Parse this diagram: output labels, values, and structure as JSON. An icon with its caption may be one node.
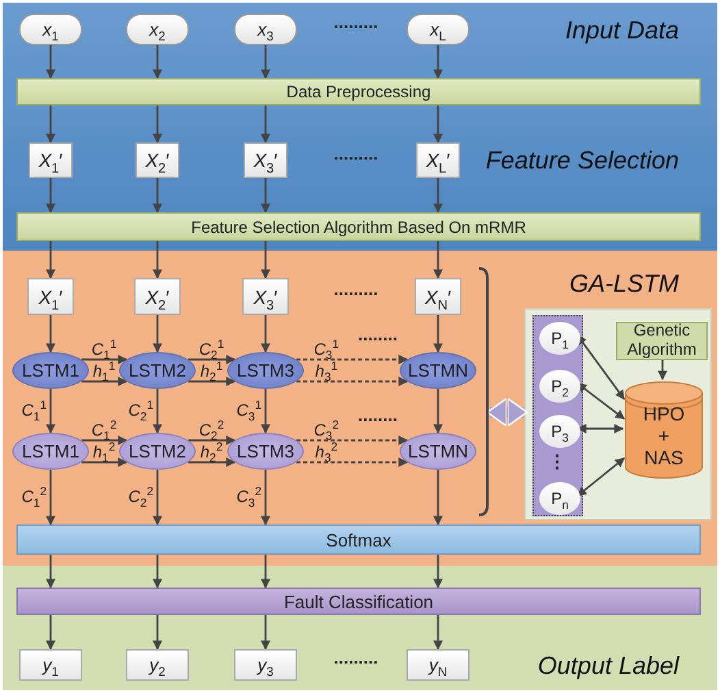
{
  "diagram": {
    "nodes": [
      {
        "text": [
          "Input Data",
          "Feature Selection"
        ]
      },
      {
        "text": [
          "GA-LSTM"
        ]
      },
      {
        "text": [
          "Output Label"
        ]
      },
      {
        "text": [
          "*x*$_{1}$"
        ],
        "in": 0
      },
      {
        "text": [
          "*x*$_{2}$"
        ],
        "in": 0
      },
      {
        "text": [
          "*x*$_{3}$"
        ],
        "in": 0
      },
      {
        "text": [
          "*x*$_{L}$"
        ],
        "in": 0
      },
      {
        "text": [
          "Data Preprocessing"
        ],
        "in": 0
      },
      {
        "text": [
          "*X*$_{1}$′"
        ],
        "in": 0
      },
      {
        "text": [
          "*X*$_{2}$′"
        ],
        "in": 0
      },
      {
        "text": [
          "*X*$_{3}$′"
        ],
        "in": 0
      },
      {
        "text": [
          "*X*$_{L}$′"
        ],
        "in": 0
      },
      {
        "text": [
          "Feature Selection Algorithm Based On mRMR"
        ],
        "in": 0
      },
      {
        "text": [
          "*X*$_{1}$′"
        ],
        "in": 1
      },
      {
        "text": [
          "*X*$_{2}$′"
        ],
        "in": 1
      },
      {
        "text": [
          "*X*$_{3}$′"
        ],
        "in": 1
      },
      {
        "text": [
          "*X*$_{N}$′"
        ],
        "in": 1
      },
      {
        "text": [
          "LSTM1"
        ],
        "in": 1
      },
      {
        "text": [
          "LSTM2"
        ],
        "in": 1
      },
      {
        "text": [
          "LSTM3"
        ],
        "in": 1
      },
      {
        "text": [
          "LSTMN"
        ],
        "in": 1
      },
      {
        "text": [
          "LSTM1"
        ],
        "in": 1
      },
      {
        "text": [
          "LSTM2"
        ],
        "in": 1
      },
      {
        "text": [
          "LSTM3"
        ],
        "in": 1
      },
      {
        "text": [
          "LSTMN"
        ],
        "in": 1
      },
      {
        "text": [],
        "shape": "bracket",
        "in": 1
      },
      {
        "text": [],
        "shape": "box",
        "in": 1
      },
      {
        "text": [],
        "shape": "box",
        "in": 26
      },
      {
        "text": [
          "P$_{1}$"
        ],
        "in": 27
      },
      {
        "text": [
          "P$_{2}$"
        ],
        "in": 27
      },
      {
        "text": [
          "P$_{3}$"
        ],
        "in": 27
      },
      {
        "text": [
          "P$_{n}$"
        ],
        "in": 27
      },
      {
        "text": [
          "Genetic Algorithm"
        ],
        "in": 26
      },
      {
        "text": [
          "HPO + NAS"
        ],
        "in": 26
      },
      {
        "text": [
          "Softmax"
        ],
        "in": 1
      },
      {
        "text": [
          "Fault Classification"
        ],
        "in": 2
      },
      {
        "text": [
          "*y*$_{1}$"
        ],
        "in": 2
      },
      {
        "text": [
          "*y*$_{2}$"
        ],
        "in": 2
      },
      {
        "text": [
          "*y*$_{3}$"
        ],
        "in": 2
      },
      {
        "text": [
          "*y*$_{N}$"
        ],
        "in": 2
      }
    ],
    "edges": [
      {
        "from": 3,
        "to": 7,
        "arrow": "to"
      },
      {
        "from": 4,
        "to": 7,
        "arrow": "to"
      },
      {
        "from": 5,
        "to": 7,
        "arrow": "to"
      },
      {
        "from": 6,
        "to": 7,
        "arrow": "to"
      },
      {
        "from": 7,
        "to": 8,
        "arrow": "to"
      },
      {
        "from": 7,
        "to": 9,
        "arrow": "to"
      },
      {
        "from": 7,
        "to": 10,
        "arrow": "to"
      },
      {
        "from": 7,
        "to": 11,
        "arrow": "to"
      },
      {
        "from": 8,
        "to": 12,
        "arrow": "to"
      },
      {
        "from": 9,
        "to": 12,
        "arrow": "to"
      },
      {
        "from": 10,
        "to": 12,
        "arrow": "to"
      },
      {
        "from": 11,
        "to": 12,
        "arrow": "to"
      },
      {
        "from": 12,
        "to": 13,
        "arrow": "to"
      },
      {
        "from": 12,
        "to": 14,
        "arrow": "to"
      },
      {
        "from": 12,
        "to": 15,
        "arrow": "to"
      },
      {
        "from": 12,
        "to": 16,
        "arrow": "to"
      },
      {
        "from": 13,
        "to": 17,
        "arrow": "to"
      },
      {
        "from": 14,
        "to": 18,
        "arrow": "to"
      },
      {
        "from": 15,
        "to": 19,
        "arrow": "to"
      },
      {
        "from": 16,
        "to": 20,
        "arrow": "to"
      },
      {
        "from": 17,
        "to": 18,
        "arrow": "to",
        "label": "*C*$_{1}$$^{1}$"
      },
      {
        "from": 17,
        "to": 18,
        "arrow": "to",
        "label": "*h*$_{1}$$^{1}$"
      },
      {
        "from": 18,
        "to": 19,
        "arrow": "to",
        "label": "*C*$_{2}$$^{1}$"
      },
      {
        "from": 18,
        "to": 19,
        "arrow": "to",
        "label": "*h*$_{2}$$^{1}$"
      },
      {
        "from": 19,
        "to": 20,
        "arrow": "to",
        "label": "*C*$_{3}$$^{1}$",
        "style": "dashed"
      },
      {
        "from": 19,
        "to": 20,
        "arrow": "to",
        "label": "*h*$_{3}$$^{1}$",
        "style": "dashed"
      },
      {
        "from": 17,
        "to": 21,
        "arrow": "to",
        "label": "*C*$_{1}$$^{1}$"
      },
      {
        "from": 18,
        "to": 22,
        "arrow": "to",
        "label": "*C*$_{2}$$^{1}$"
      },
      {
        "from": 19,
        "to": 23,
        "arrow": "to",
        "label": "*C*$_{3}$$^{1}$"
      },
      {
        "from": 20,
        "to": 24,
        "arrow": "to"
      },
      {
        "from": 21,
        "to": 22,
        "arrow": "to",
        "label": "*C*$_{1}$$^{2}$"
      },
      {
        "from": 21,
        "to": 22,
        "arrow": "to",
        "label": "*h*$_{1}$$^{2}$"
      },
      {
        "from": 22,
        "to": 23,
        "arrow": "to",
        "label": "*C*$_{2}$$^{2}$"
      },
      {
        "from": 22,
        "to": 23,
        "arrow": "to",
        "label": "*h*$_{2}$$^{2}$"
      },
      {
        "from": 23,
        "to": 24,
        "arrow": "to",
        "label": "*C*$_{3}$$^{2}$",
        "style": "dashed"
      },
      {
        "from": 23,
        "to": 24,
        "arrow": "to",
        "label": "*h*$_{3}$$^{2}$",
        "style": "dashed"
      },
      {
        "from": 21,
        "to": 34,
        "arrow": "to",
        "label": "*C*$_{1}$$^{2}$"
      },
      {
        "from": 22,
        "to": 34,
        "arrow": "to",
        "label": "*C*$_{2}$$^{2}$"
      },
      {
        "from": 23,
        "to": 34,
        "arrow": "to",
        "label": "*C*$_{3}$$^{2}$"
      },
      {
        "from": 24,
        "to": 34,
        "arrow": "to"
      },
      {
        "from": 25,
        "to": 26,
        "arrow": "both",
        "style": "thick",
        "color": "#a99fd0"
      },
      {
        "from": 28,
        "to": 33,
        "arrow": "both"
      },
      {
        "from": 29,
        "to": 33,
        "arrow": "both"
      },
      {
        "from": 30,
        "to": 33,
        "arrow": "both"
      },
      {
        "from": 31,
        "to": 33,
        "arrow": "both"
      },
      {
        "from": 32,
        "to": 33,
        "arrow": "to"
      },
      {
        "from": 34,
        "to": 35,
        "arrow": "to"
      },
      {
        "from": 34,
        "to": 35,
        "arrow": "to"
      },
      {
        "from": 34,
        "to": 35,
        "arrow": "to"
      },
      {
        "from": 34,
        "to": 35,
        "arrow": "to"
      },
      {
        "from": 35,
        "to": 36,
        "arrow": "to"
      },
      {
        "from": 35,
        "to": 37,
        "arrow": "to"
      },
      {
        "from": 35,
        "to": 38,
        "arrow": "to"
      },
      {
        "from": 35,
        "to": 39,
        "arrow": "to"
      }
    ],
    "labels": [
      ".........",
      ".........",
      ".........",
      "........",
      "........",
      "⋮",
      "........."
    ]
  }
}
